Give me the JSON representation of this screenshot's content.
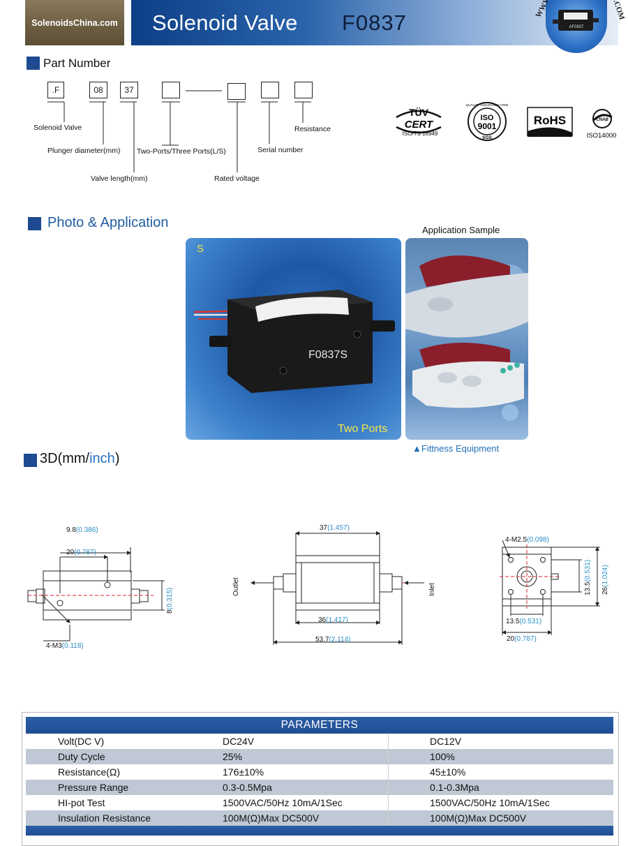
{
  "header": {
    "brand": "SolenoidsChina.com",
    "title": "Solenoid Valve",
    "model": "F0837",
    "url_left": "WWW",
    "url_right": ".COM",
    "badge_model": "AF0837"
  },
  "part_number": {
    "heading": "Part Number",
    "boxes": [
      ".F",
      "08",
      "37",
      "",
      "",
      "",
      ""
    ],
    "labels": {
      "solenoid_valve": "Solenoid Valve",
      "plunger_diameter": "Plunger diameter(mm)",
      "valve_length": "Valve length(mm)",
      "ports": "Two-Ports/Three Ports(L/S)",
      "rated_voltage": "Rated voltage",
      "serial_number": "Serial number",
      "resistance": "Resistance"
    }
  },
  "certifications": {
    "tuv_top": "TÜV",
    "tuv_mid": "CERT",
    "tuv_bottom": "ISO/TS 16949",
    "iso_top": "ISO",
    "iso_num": "9001",
    "iso_ring": "QUALITY ASSURANCE FIRM",
    "iso_bottom": "SGS",
    "rohs": "RoHS",
    "iso14000_mark": "CNAB",
    "iso14000": "ISO14000"
  },
  "photo_application": {
    "heading": "Photo & Application",
    "photo_corner": "S",
    "photo_caption": "Two Ports",
    "valve_marking": "F0837S",
    "application_title": "Application Sample",
    "application_caption": "▲Fittness Equipment"
  },
  "dimensions": {
    "heading_main": "3D(mm/",
    "heading_unit": "inch",
    "heading_end": ")",
    "left": {
      "d1_mm": "9.8",
      "d1_in": "(0.386)",
      "d2_mm": "20",
      "d2_in": "(0.787)",
      "d3_mm": "8",
      "d3_in": "(0.315)",
      "d4_mm": "4-M3",
      "d4_in": "(0.118)"
    },
    "middle": {
      "top_mm": "37",
      "top_in": "(1.457)",
      "inner_mm": "36",
      "inner_in": "(1.417)",
      "total_mm": "53.7",
      "total_in": "(2.114)",
      "outlet": "Outlet",
      "inlet": "Inlet"
    },
    "right": {
      "hole_mm": "4-M2.5",
      "hole_in": "(0.098)",
      "h1_mm": "13.5",
      "h1_in": "(0.531)",
      "h2_mm": "26",
      "h2_in": "(1.024)",
      "w1_mm": "13.5",
      "w1_in": "(0.531)",
      "w2_mm": "20",
      "w2_in": "(0.787)"
    }
  },
  "parameters": {
    "title": "PARAMETERS",
    "rows": [
      {
        "label": "Volt(DC V)",
        "v1": "DC24V",
        "v2": "DC12V"
      },
      {
        "label": "Duty Cycle",
        "v1": "25%",
        "v2": "100%"
      },
      {
        "label": "Resistance(Ω)",
        "v1": "176±10%",
        "v2": "45±10%"
      },
      {
        "label": "Pressure Range",
        "v1": "0.3-0.5Mpa",
        "v2": "0.1-0.3Mpa"
      },
      {
        "label": "HI-pot Test",
        "v1": "1500VAC/50Hz 10mA/1Sec",
        "v2": "1500VAC/50Hz 10mA/1Sec"
      },
      {
        "label": "Insulation Resistance",
        "v1": "100M(Ω)Max DC500V",
        "v2": "100M(Ω)Max DC500V"
      }
    ]
  },
  "colors": {
    "brand_blue": "#1d4a91",
    "inch_blue": "#2a8fc6",
    "table_alt": "#bfc8d4"
  }
}
